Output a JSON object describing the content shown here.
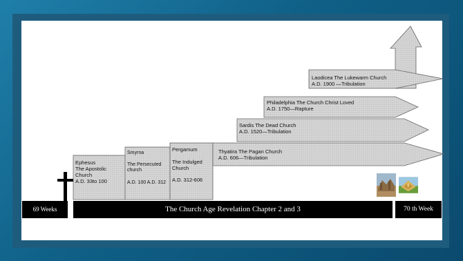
{
  "timeline": {
    "left_label": "69 Weeks",
    "center_label": "The Church Age Revelation Chapter 2 and 3",
    "right_label": "70 th Week"
  },
  "steps": [
    {
      "lines": [
        "Ephesus",
        "The Apostolic",
        "Church",
        "A.D. 33to 100"
      ]
    },
    {
      "lines": [
        "Smyrna",
        "The Persecuted",
        "church",
        "A.D. 100 A.D. 312"
      ]
    },
    {
      "lines": [
        "Pergamum",
        "The Indulged",
        "Church",
        "A.D. 312-606"
      ]
    }
  ],
  "arrows": [
    {
      "title": "Thyatira  The Pagan Church",
      "dates": "A.D. 606—Tribulation"
    },
    {
      "title": "Sardis  The Dead Church",
      "dates": "A.D. 1520—Tribulation"
    },
    {
      "title": "Philadelphia  The Church Christ Loved",
      "dates": "A.D. 1750—Rapture"
    },
    {
      "title": "Laodicea The Lukewarm Church",
      "dates": "A.D. 1900 —Tribulation"
    }
  ],
  "colors": {
    "step_fill": "#d4d4d4",
    "bar_fill": "#000000",
    "outline": "#555555"
  },
  "icons": [
    "cross-icon",
    "ruins-photo",
    "temple-photo",
    "up-arrow-icon"
  ]
}
